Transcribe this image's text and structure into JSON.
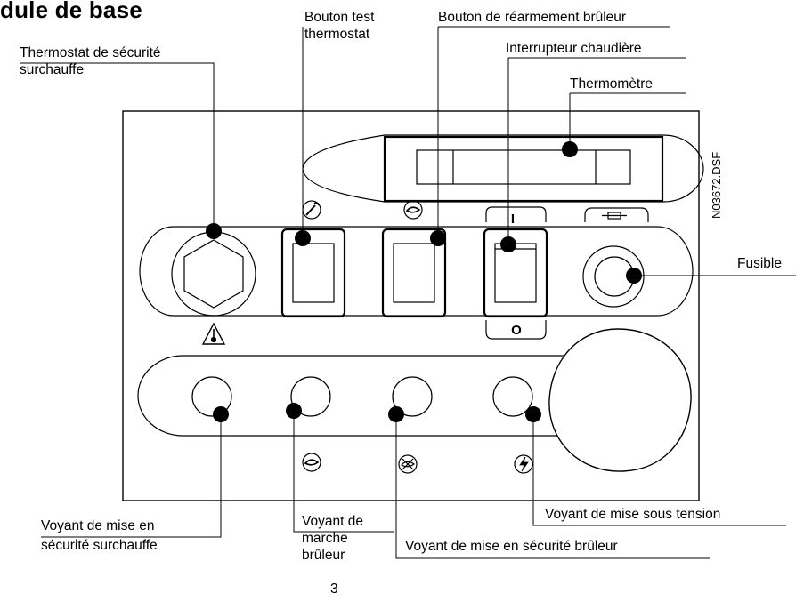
{
  "page": {
    "title": "dule de base",
    "page_number": "3",
    "figure_ref": "N03672.DSF"
  },
  "labels": {
    "safety_thermostat": [
      "Thermostat de sécurité",
      "surchauffe"
    ],
    "test_button": [
      "Bouton test",
      "thermostat"
    ],
    "reset_button": [
      "Bouton de réarmement brûleur"
    ],
    "boiler_switch": [
      "Interrupteur chaudière"
    ],
    "thermometer": [
      "Thermomètre"
    ],
    "fuse": [
      "Fusible"
    ],
    "overheat_lamp": [
      "Voyant de mise en",
      "sécurité surchauffe"
    ],
    "burner_run_lamp": [
      "Voyant de",
      "marche",
      "brûleur"
    ],
    "burner_safety_lamp": [
      "Voyant de mise en sécurité brûleur"
    ],
    "power_lamp": [
      "Voyant de mise sous tension"
    ]
  },
  "switch_marks": {
    "on": "I",
    "off": "O"
  }
}
